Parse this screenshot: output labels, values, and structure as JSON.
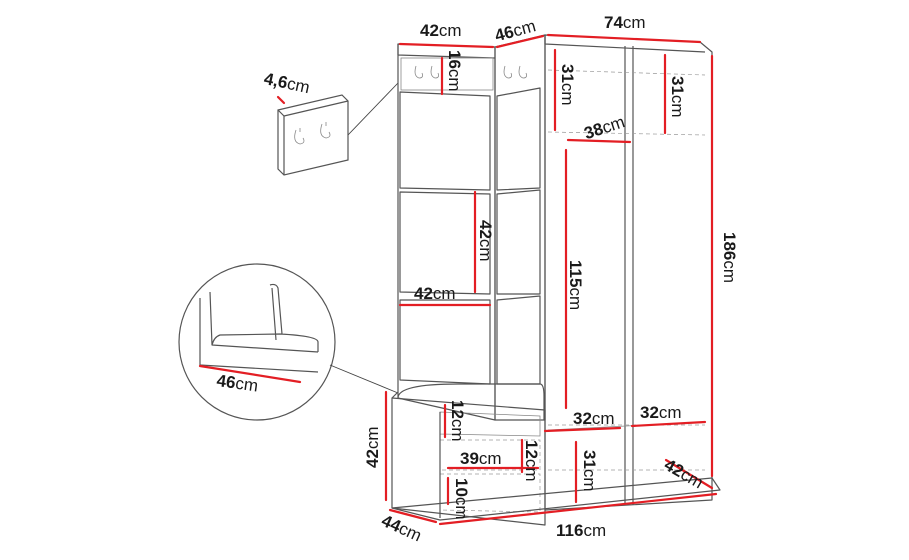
{
  "colors": {
    "dimension_line": "#e31e24",
    "outline": "#555555",
    "text": "#1a1a1a"
  },
  "unit": "cm",
  "dimensions": {
    "top_left_width": "42",
    "top_corner_depth": "46",
    "top_right_width": "74",
    "hook_panel_thickness": "4,6",
    "hook_panel_height": "16",
    "upper_left_shelf_height": "31",
    "upper_right_shelf_height": "31",
    "inner_shelf_width": "38",
    "cushion_height": "42",
    "cushion_width": "42",
    "wardrobe_height": "115",
    "total_height": "186",
    "seat_depth_detail": "46",
    "drawer_top_height": "12",
    "bench_height": "42",
    "drawer_width": "39",
    "drawer_mid_height": "12",
    "drawer_bottom_height": "10",
    "lower_left_width": "32",
    "lower_right_width": "32",
    "lower_cabinet_height": "31",
    "lower_right_depth": "42",
    "base_depth": "44",
    "total_width": "116"
  }
}
